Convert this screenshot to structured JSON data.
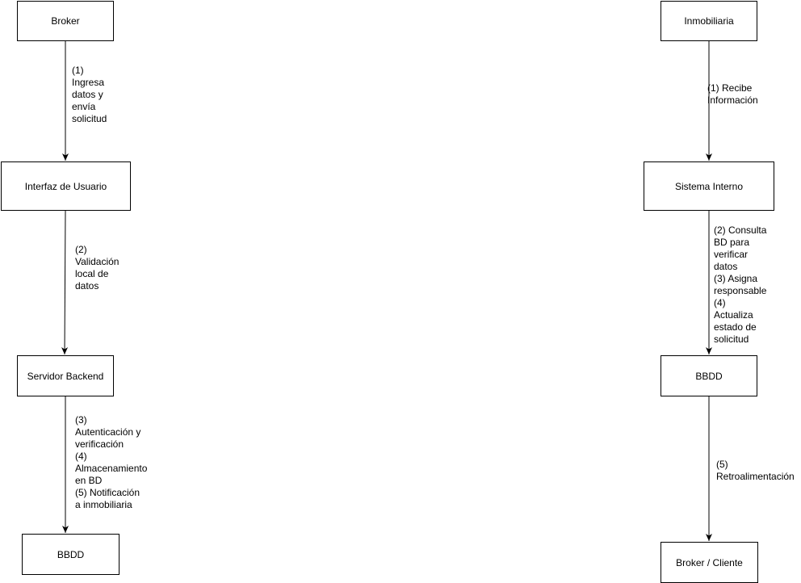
{
  "left_flow": {
    "broker": "Broker",
    "interfaz": "Interfaz de Usuario",
    "servidor": "Servidor Backend",
    "bbdd": "BBDD",
    "step1": "(1)\nIngresa\ndatos y\nenvía\nsolicitud",
    "step2": "(2)\nValidación\nlocal de\ndatos",
    "step3": "(3)\nAutenticación y\nverificación\n(4)\nAlmacenamiento\nen BD\n(5) Notificación\na inmobiliaria"
  },
  "right_flow": {
    "inmobiliaria": "Inmobiliaria",
    "sistema": "Sistema Interno",
    "bbdd": "BBDD",
    "broker_cliente": "Broker / Cliente",
    "step1": "(1) Recibe\nInformación",
    "step2": "(2) Consulta\nBD para\nverificar\ndatos\n(3) Asigna\nresponsable\n(4)\nActualiza\nestado de\nsolicitud",
    "step5": "(5)\nRetroalimentación"
  }
}
